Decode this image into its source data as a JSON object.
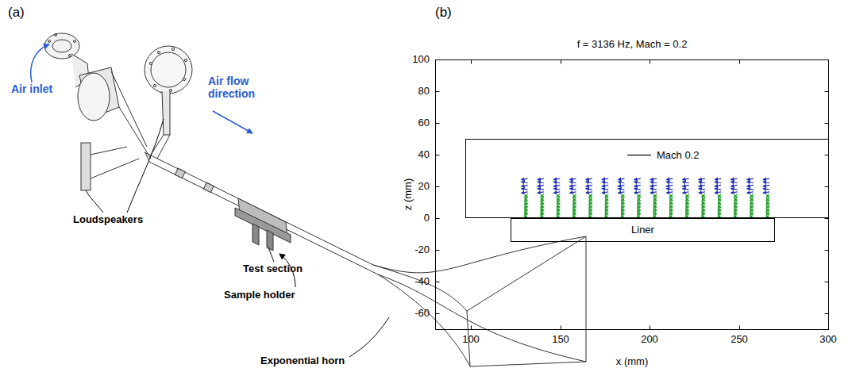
{
  "diagram": {
    "nodes": [
      {
        "text": [
          "Mach 0.2"
        ]
      },
      {
        "text": [
          "Liner"
        ]
      }
    ],
    "labels": [
      "(a)",
      "Air inlet",
      "Air flow direction",
      "Loudspeakers",
      "Test section",
      "Sample holder",
      "Exponential horn",
      "(b)",
      "f = 3136 Hz, Mach = 0.2",
      "100",
      "80",
      "60",
      "40",
      "20",
      "0",
      "-20",
      "-40",
      "-60",
      "100",
      "150",
      "200",
      "250",
      "300",
      "z (mm)",
      "x (mm)"
    ]
  }
}
